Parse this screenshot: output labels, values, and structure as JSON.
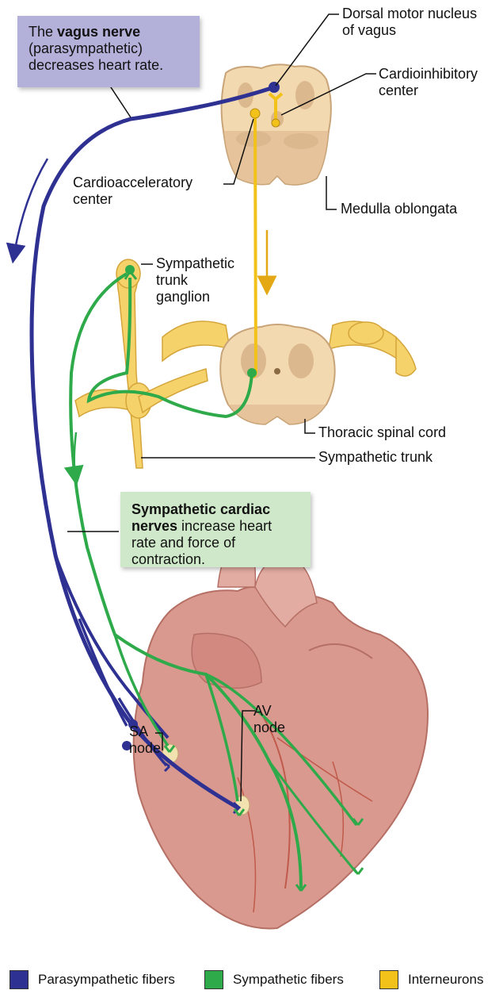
{
  "colors": {
    "parasympathetic": "#2e3192",
    "sympathetic": "#2faa4a",
    "interneurons": "#f2c21b",
    "vagus_box": "#b3b1da",
    "sympathetic_box": "#cfe8c9",
    "tissue": "#f2d9b0",
    "ganglion": "#f6d26a",
    "heart": "#d9998f"
  },
  "vagus_box": {
    "prefix": "The ",
    "bold": "vagus nerve",
    "rest": "(parasympathetic) decreases heart rate."
  },
  "sympathetic_box": {
    "bold": "Sympathetic cardiac nerves",
    "rest": " increase heart rate and force of contraction."
  },
  "labels": {
    "dorsal_motor_nucleus_1": "Dorsal motor nucleus",
    "dorsal_motor_nucleus_2": "of vagus",
    "cardioinhibitory_1": "Cardioinhibitory",
    "cardioinhibitory_2": "center",
    "cardioacceleratory_1": "Cardioacceleratory",
    "cardioacceleratory_2": "center",
    "medulla": "Medulla oblongata",
    "ganglion_1": "Sympathetic",
    "ganglion_2": "trunk",
    "ganglion_3": "ganglion",
    "thoracic": "Thoracic spinal cord",
    "sympathetic_trunk": "Sympathetic trunk",
    "av_1": "AV",
    "av_2": "node",
    "sa_1": "SA",
    "sa_2": "node"
  },
  "legend": [
    {
      "label": "Parasympathetic fibers",
      "color": "#2e3192"
    },
    {
      "label": "Sympathetic fibers",
      "color": "#2faa4a"
    },
    {
      "label": "Interneurons",
      "color": "#f2c21b"
    }
  ]
}
